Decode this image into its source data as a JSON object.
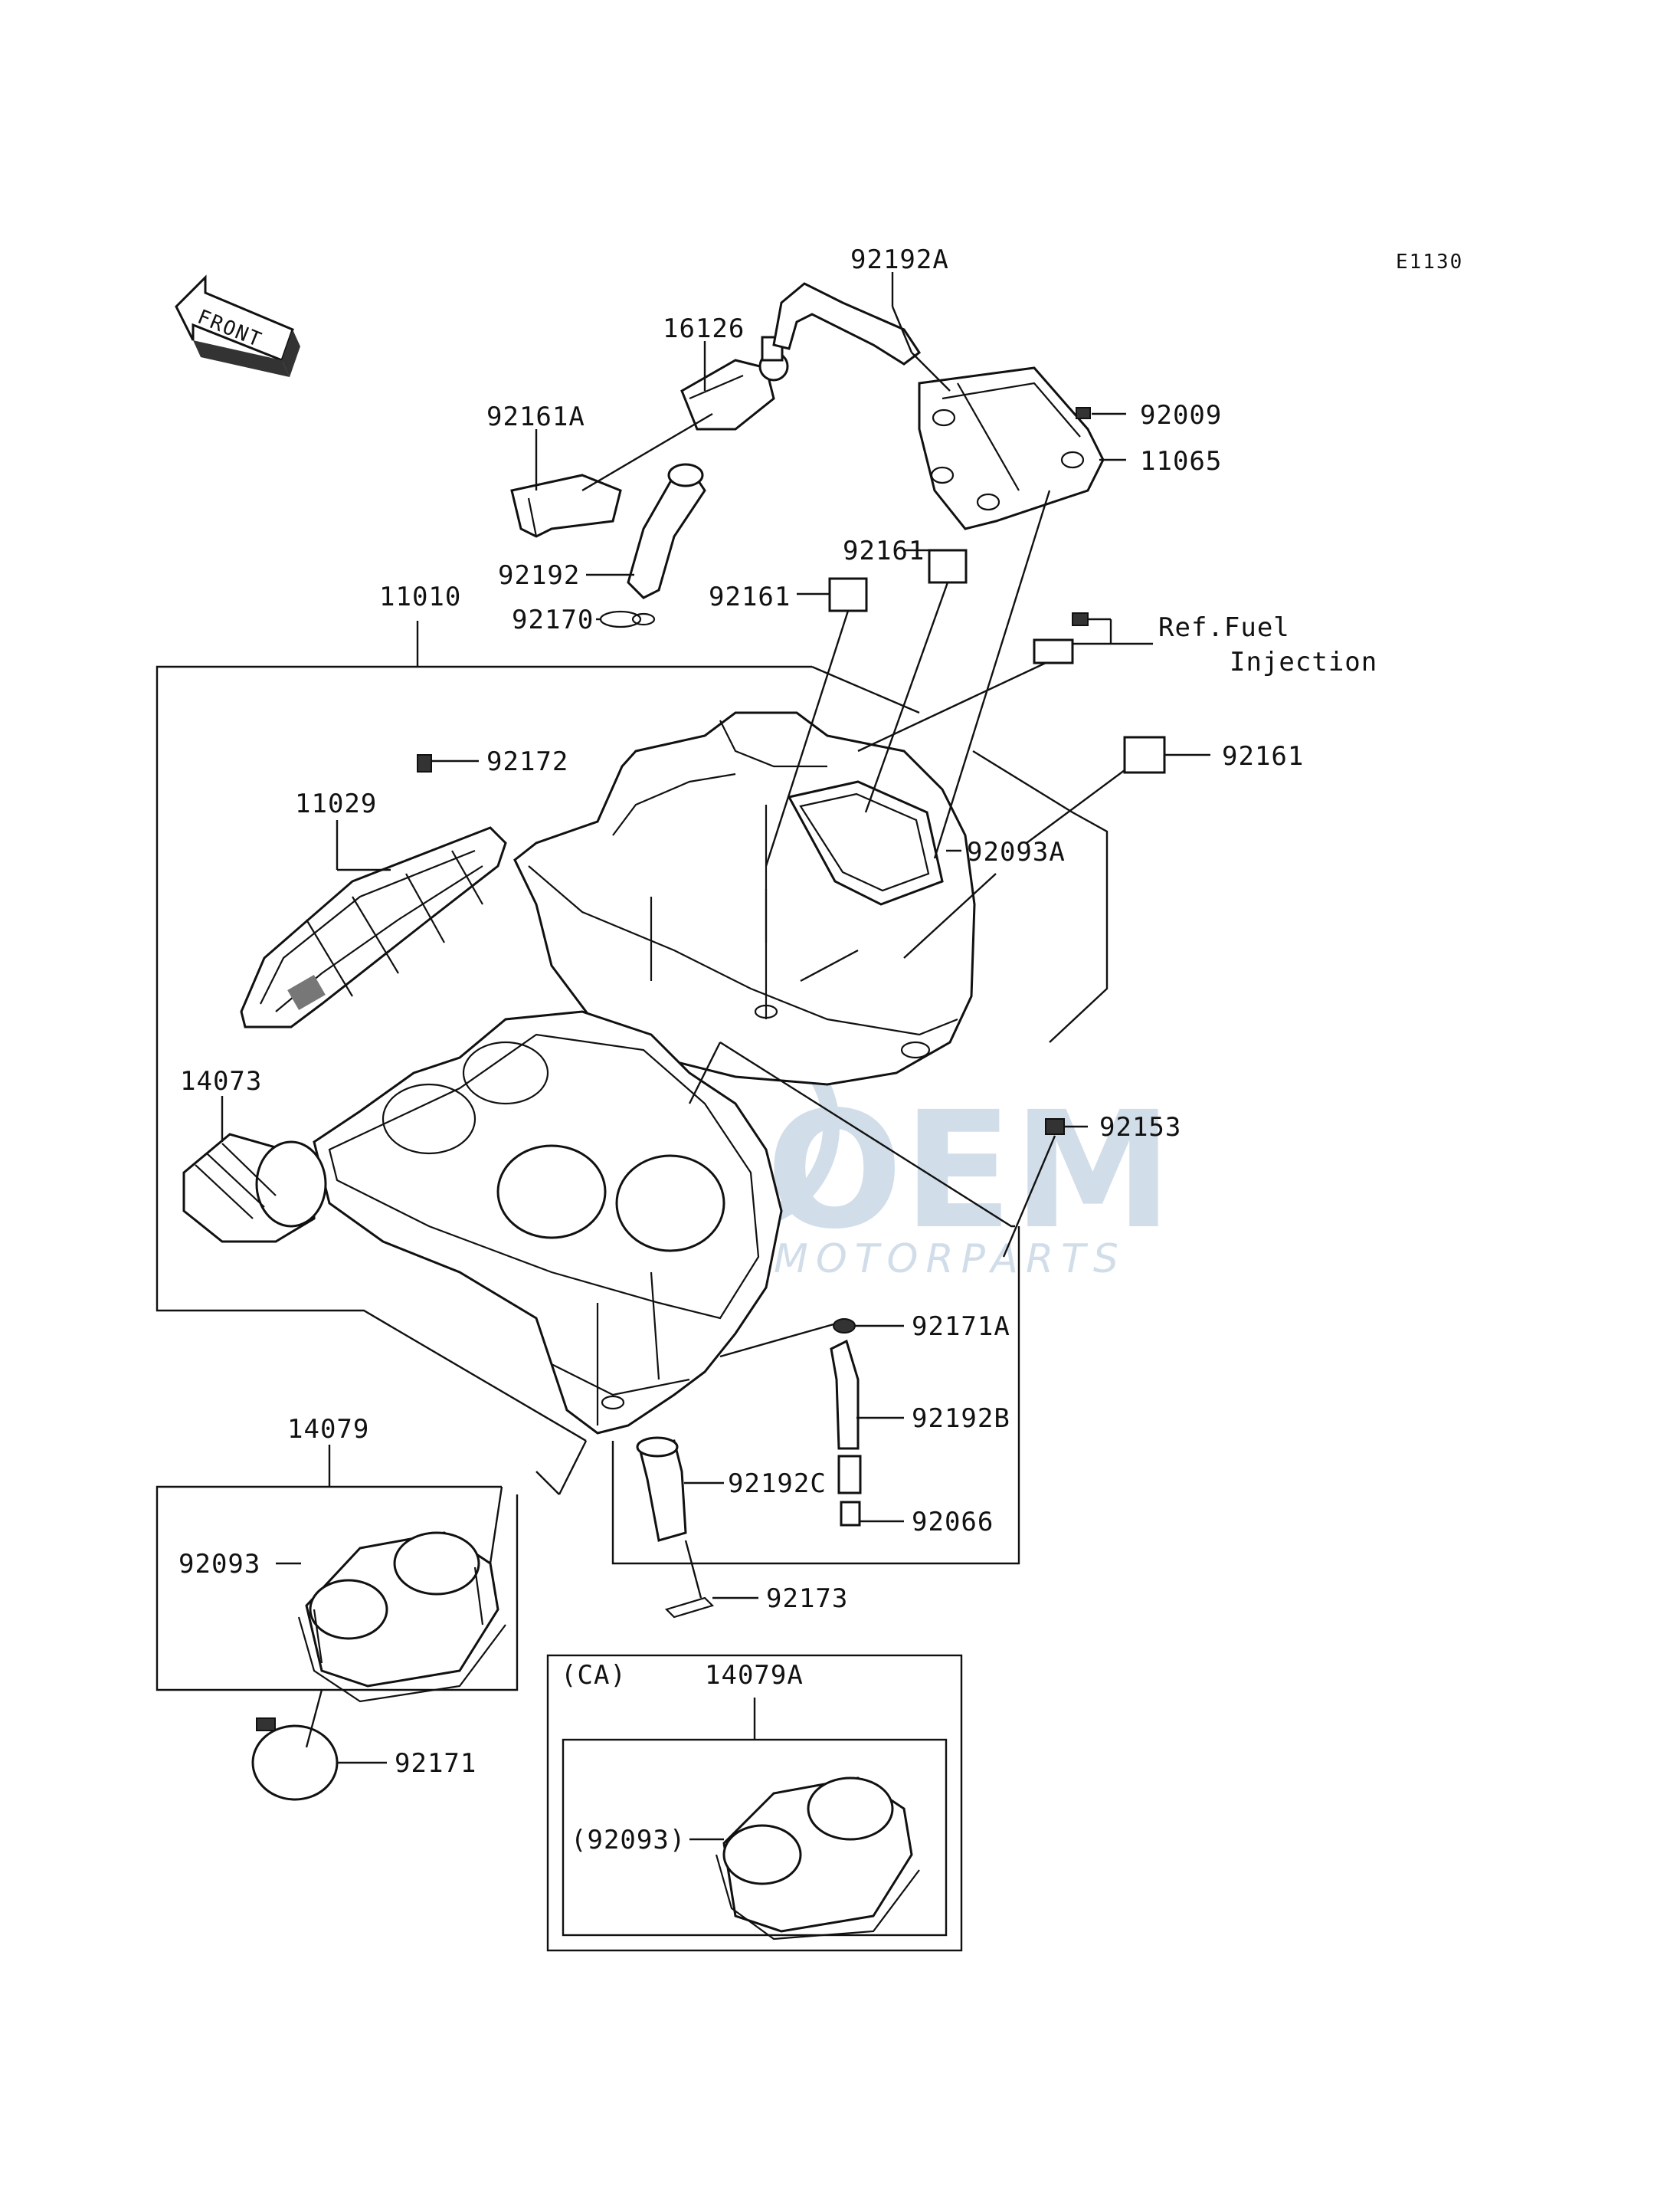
{
  "diagram": {
    "ref_code": "E1130",
    "front_label": "FRONT",
    "watermark": {
      "main": "OEM",
      "sub": "MOTORPARTS"
    },
    "ref_note_line1": "Ref.Fuel",
    "ref_note_line2": "Injection",
    "variant_label": "(CA)",
    "parts": {
      "p92192A": "92192A",
      "p16126": "16126",
      "p92161A": "92161A",
      "p92009": "92009",
      "p11065": "11065",
      "p92192": "92192",
      "p92170": "92170",
      "p92161_a": "92161",
      "p92161_b": "92161",
      "p92161_c": "92161",
      "p11010": "11010",
      "p92172": "92172",
      "p11029": "11029",
      "p92093A": "92093A",
      "p14073": "14073",
      "p92153": "92153",
      "p92171A": "92171A",
      "p92192B": "92192B",
      "p14079": "14079",
      "p92192C": "92192C",
      "p92066": "92066",
      "p92093": "92093",
      "p92173": "92173",
      "p92171": "92171",
      "p14079A": "14079A",
      "p92093_paren": "(92093)"
    }
  }
}
